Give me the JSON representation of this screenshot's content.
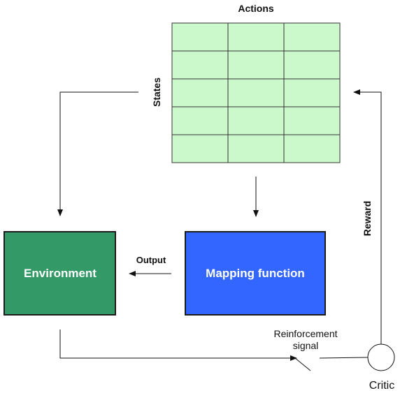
{
  "table": {
    "header": "Actions",
    "side_label": "States",
    "rows": 5,
    "cols": 3,
    "cell_color": "#ccf9cc",
    "border_color": "#333333"
  },
  "environment": {
    "label": "Environment",
    "fill": "#339966",
    "border": "#1b1b1b"
  },
  "mapping": {
    "label": "Mapping function",
    "fill": "#3366ff",
    "border": "#1b1b1b"
  },
  "edges": {
    "output": "Output",
    "reward": "Reward",
    "reinforcement_line1": "Reinforcement",
    "reinforcement_line2": "signal"
  },
  "critic": {
    "label": "Critic"
  }
}
